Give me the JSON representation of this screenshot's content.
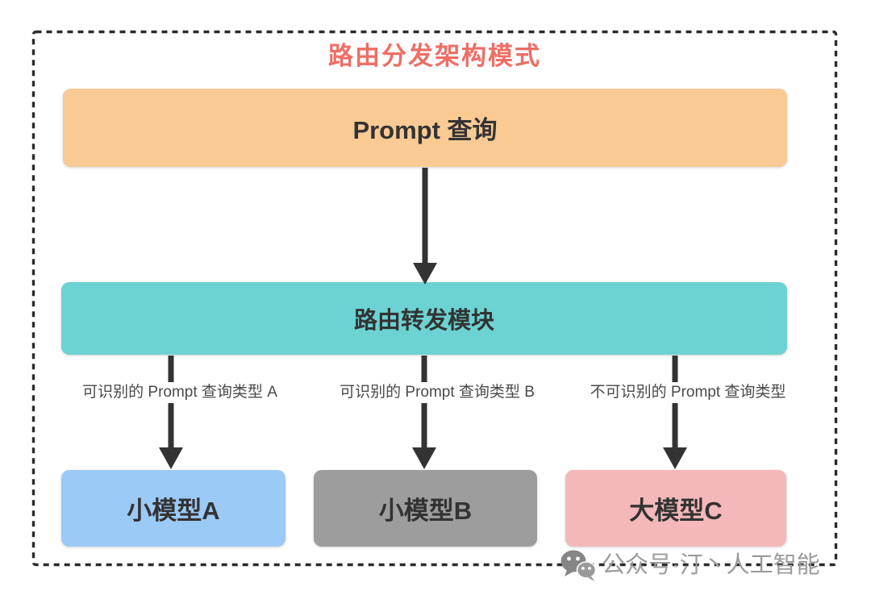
{
  "title": {
    "text": "路由分发架构模式"
  },
  "colors": {
    "title_text": "#EE6E66",
    "prompt_bg": "#FACA94",
    "router_bg": "#6CD2D2",
    "model_a_bg": "#9CCAF7",
    "model_b_bg": "#9D9D9D",
    "model_c_bg": "#F4B8BA",
    "node_text": "#333333",
    "arrow": "#333333",
    "edge_label_text": "#4A4A4A",
    "dashed_border": "#2B2B2B",
    "watermark_text": "#9C9C9C"
  },
  "nodes": {
    "prompt": {
      "label": "Prompt 查询"
    },
    "router": {
      "label": "路由转发模块"
    },
    "model_a": {
      "label": "小模型A"
    },
    "model_b": {
      "label": "小模型B"
    },
    "model_c": {
      "label": "大模型C"
    }
  },
  "edges": [
    {
      "from": "router",
      "to": "model_a",
      "label": "可识别的 Prompt 查询类型 A"
    },
    {
      "from": "router",
      "to": "model_b",
      "label": "可识别的 Prompt 查询类型 B"
    },
    {
      "from": "router",
      "to": "model_c",
      "label": "不可识别的 Prompt 查询类型"
    }
  ],
  "watermark": {
    "icon": "wechat-icon",
    "text": "公众号·汀丶人工智能"
  }
}
